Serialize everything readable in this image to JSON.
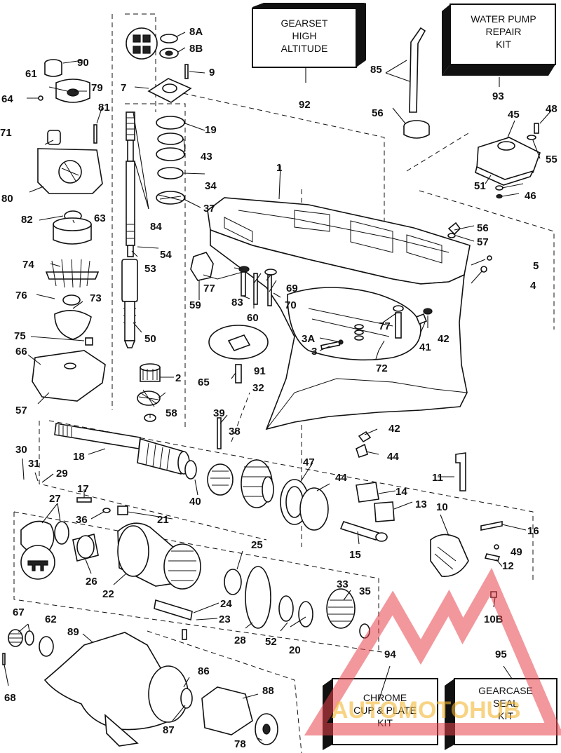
{
  "kits": {
    "k92": {
      "line1": "GEARSET",
      "line2": "HIGH",
      "line3": "ALTITUDE"
    },
    "k93": {
      "line1": "WATER PUMP",
      "line2": "REPAIR",
      "line3": "KIT"
    },
    "k94": {
      "line1": "CHROME",
      "line2": "CUP & PLATE",
      "line3": "KIT"
    },
    "k95": {
      "line1": "GEARCASE",
      "line2": "SEAL",
      "line3": "KIT"
    }
  },
  "labels": {
    "l1": "1",
    "l2": "2",
    "l3": "3",
    "l3a": "3A",
    "l4": "4",
    "l5": "5",
    "l7": "7",
    "l8a": "8A",
    "l8b": "8B",
    "l9": "9",
    "l10": "10",
    "l10b": "10B",
    "l11": "11",
    "l12": "12",
    "l13": "13",
    "l14": "14",
    "l15": "15",
    "l16": "16",
    "l17": "17",
    "l18": "18",
    "l19": "19",
    "l20": "20",
    "l21": "21",
    "l22": "22",
    "l23": "23",
    "l24": "24",
    "l25": "25",
    "l26": "26",
    "l27": "27",
    "l28": "28",
    "l29": "29",
    "l30": "30",
    "l31": "31",
    "l32": "32",
    "l33": "33",
    "l34": "34",
    "l35": "35",
    "l36": "36",
    "l37": "37",
    "l38": "38",
    "l39": "39",
    "l40": "40",
    "l41": "41",
    "l42a": "42",
    "l42b": "42",
    "l43": "43",
    "l44a": "44",
    "l44b": "44",
    "l45": "45",
    "l46": "46",
    "l47": "47",
    "l48": "48",
    "l49": "49",
    "l50": "50",
    "l51": "51",
    "l52": "52",
    "l53": "53",
    "l54": "54",
    "l55": "55",
    "l56a": "56",
    "l56b": "56",
    "l57a": "57",
    "l57b": "57",
    "l58": "58",
    "l59": "59",
    "l60": "60",
    "l61": "61",
    "l62": "62",
    "l63": "63",
    "l64": "64",
    "l65": "65",
    "l66": "66",
    "l67": "67",
    "l68": "68",
    "l69": "69",
    "l70": "70",
    "l71": "71",
    "l72": "72",
    "l73": "73",
    "l74": "74",
    "l75": "75",
    "l76": "76",
    "l77a": "77",
    "l77b": "77",
    "l78": "78",
    "l79": "79",
    "l80": "80",
    "l81": "81",
    "l82": "82",
    "l83": "83",
    "l84": "84",
    "l85": "85",
    "l86": "86",
    "l87": "87",
    "l88": "88",
    "l89": "89",
    "l90": "90",
    "l91": "91",
    "l92": "92",
    "l93": "93",
    "l94": "94",
    "l95": "95"
  },
  "watermark": {
    "text": "AUTOMOTOHUB",
    "color_primary": "#e8414a",
    "color_secondary": "#f2b632"
  },
  "colors": {
    "ink": "#111111",
    "paper": "#ffffff"
  }
}
